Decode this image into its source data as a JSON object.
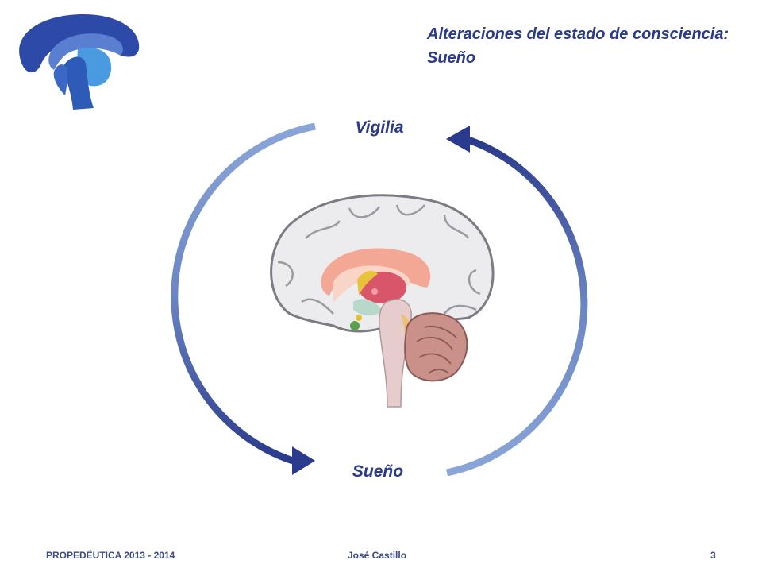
{
  "title": {
    "line1": "Alteraciones del estado de consciencia:",
    "line2": "Sueño"
  },
  "cycle": {
    "top_label": "Vigilia",
    "bottom_label": "Sueño"
  },
  "footer": {
    "course": "PROPEDÉUTICA 2013 - 2014",
    "author": "José Castillo",
    "page": "3"
  },
  "colors": {
    "dark_blue": "#2a3a8c",
    "light_blue": "#7a9ad0"
  }
}
